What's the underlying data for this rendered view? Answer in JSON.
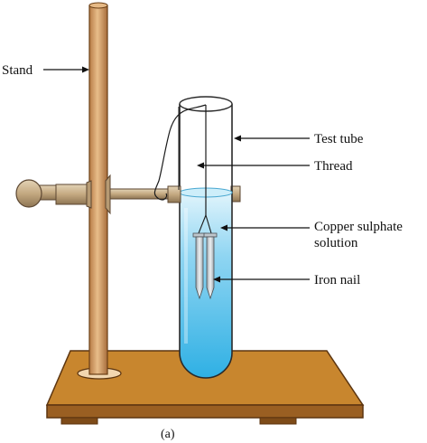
{
  "labels": {
    "stand": "Stand",
    "test_tube": "Test tube",
    "thread": "Thread",
    "solution_line1": "Copper sulphate",
    "solution_line2": "solution",
    "iron_nail": "Iron nail"
  },
  "caption": "(a)",
  "colors": {
    "wood": "#d9a56a",
    "wood_dark": "#a4693a",
    "base_top": "#c8872f",
    "base_front": "#9a5f22",
    "clamp_metal": "#c9b28e",
    "solution": "#3fb5e6",
    "solution_light": "#b9e6f7",
    "nail": "#cfd4d8"
  }
}
